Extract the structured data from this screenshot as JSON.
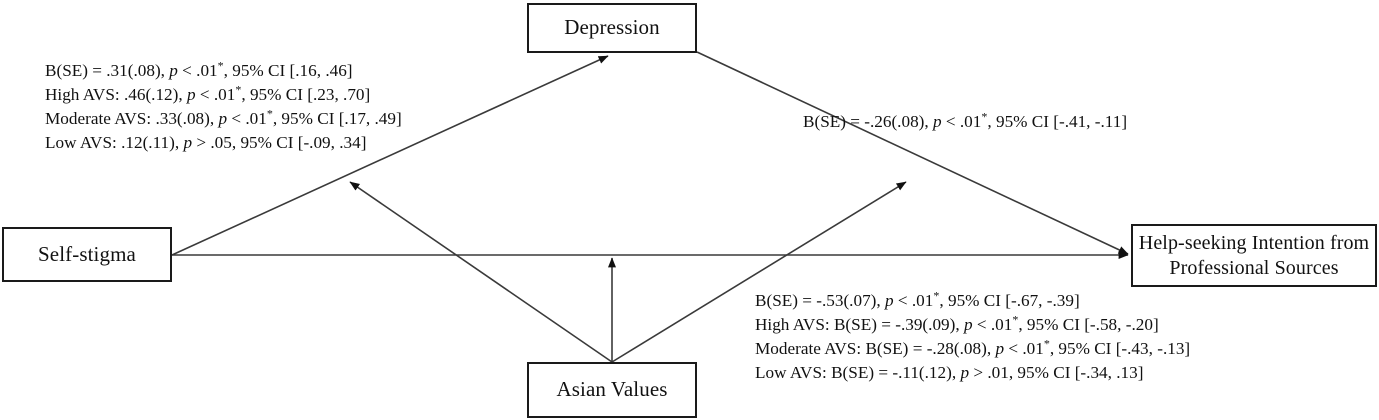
{
  "diagram": {
    "title": "Moderated mediation model of self-stigma, depression, Asian values, and help-seeking intention",
    "type": "path-diagram",
    "line_color": "#1a1a1a",
    "text_color": "#111111",
    "background": "#ffffff"
  },
  "nodes": {
    "depression": {
      "label": "Depression"
    },
    "self_stigma": {
      "label": "Self-stigma"
    },
    "help_seeking": {
      "line1": "Help-seeking Intention",
      "line2": "from Professional Sources"
    },
    "asian_values": {
      "label": "Asian Values"
    }
  },
  "labels": {
    "a_path": {
      "name": "self-stigma-to-depression-statistics",
      "lines": [
        {
          "pre": "B(SE) = .31(.08), ",
          "ital": "p",
          "mid": " < .01",
          "star": "*",
          "post": ", 95% CI [.16, .46]"
        },
        {
          "pre": "High AVS:  .46(.12), ",
          "ital": "p",
          "mid": " < .01",
          "star": "*",
          "post": ", 95% CI [.23, .70]"
        },
        {
          "pre": "Moderate AVS:  .33(.08), ",
          "ital": "p",
          "mid": " < .01",
          "star": "*",
          "post": ", 95% CI [.17, .49]"
        },
        {
          "pre": "Low AVS:  .12(.11), ",
          "ital": "p",
          "mid": " > .05",
          "star": "",
          "post": ", 95% CI [-.09, .34]"
        }
      ]
    },
    "b_path": {
      "name": "depression-to-help-seeking-statistics",
      "lines": [
        {
          "pre": "B(SE) = -.26(.08), ",
          "ital": "p",
          "mid": " < .01",
          "star": "*",
          "post": ", 95% CI [-.41, -.11]"
        }
      ]
    },
    "c_path": {
      "name": "self-stigma-to-help-seeking-statistics",
      "lines": [
        {
          "pre": "B(SE) = -.53(.07), ",
          "ital": "p",
          "mid": " < .01",
          "star": "*",
          "post": ", 95% CI [-.67, -.39]"
        },
        {
          "pre": "High AVS:  B(SE) = -.39(.09), ",
          "ital": "p",
          "mid": " < .01",
          "star": "*",
          "post": ", 95% CI [-.58, -.20]"
        },
        {
          "pre": "Moderate AVS:  B(SE) = -.28(.08), ",
          "ital": "p",
          "mid": " < .01",
          "star": "*",
          "post": ", 95% CI [-.43, -.13]"
        },
        {
          "pre": "Low AVS:  B(SE) = -.11(.12), ",
          "ital": "p",
          "mid": " > .01",
          "star": "",
          "post": ", 95% CI [-.34, .13]"
        }
      ]
    }
  },
  "edges": [
    {
      "name": "self-stigma-to-depression",
      "from": "self_stigma",
      "to": "depression",
      "arrow": true
    },
    {
      "name": "depression-to-help-seeking",
      "from": "depression",
      "to": "help_seeking",
      "arrow": true
    },
    {
      "name": "self-stigma-to-help-seeking",
      "from": "self_stigma",
      "to": "help_seeking",
      "arrow": true
    },
    {
      "name": "asian-values-moderates-a-path",
      "from": "asian_values",
      "to": "self-stigma-to-depression",
      "arrow": true
    },
    {
      "name": "asian-values-moderates-b-path",
      "from": "asian_values",
      "to": "depression-to-help-seeking",
      "arrow": true
    },
    {
      "name": "asian-values-moderates-c-path",
      "from": "asian_values",
      "to": "self-stigma-to-help-seeking",
      "arrow": true
    }
  ]
}
